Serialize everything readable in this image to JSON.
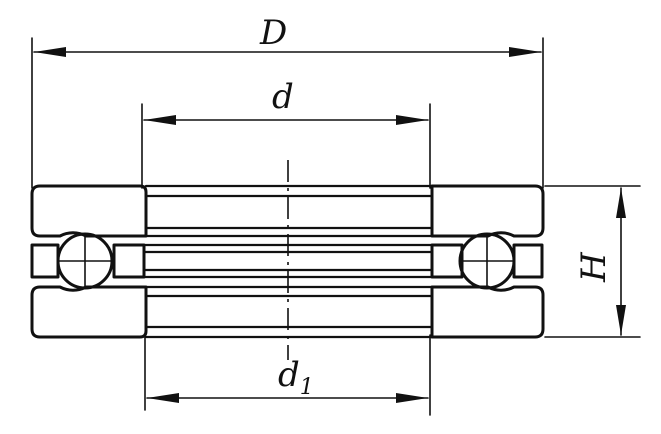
{
  "labels": {
    "outer_diameter": "D",
    "bore_diameter": "d",
    "housing_washer_bore": "d",
    "housing_washer_bore_sub": "1",
    "height": "H"
  }
}
